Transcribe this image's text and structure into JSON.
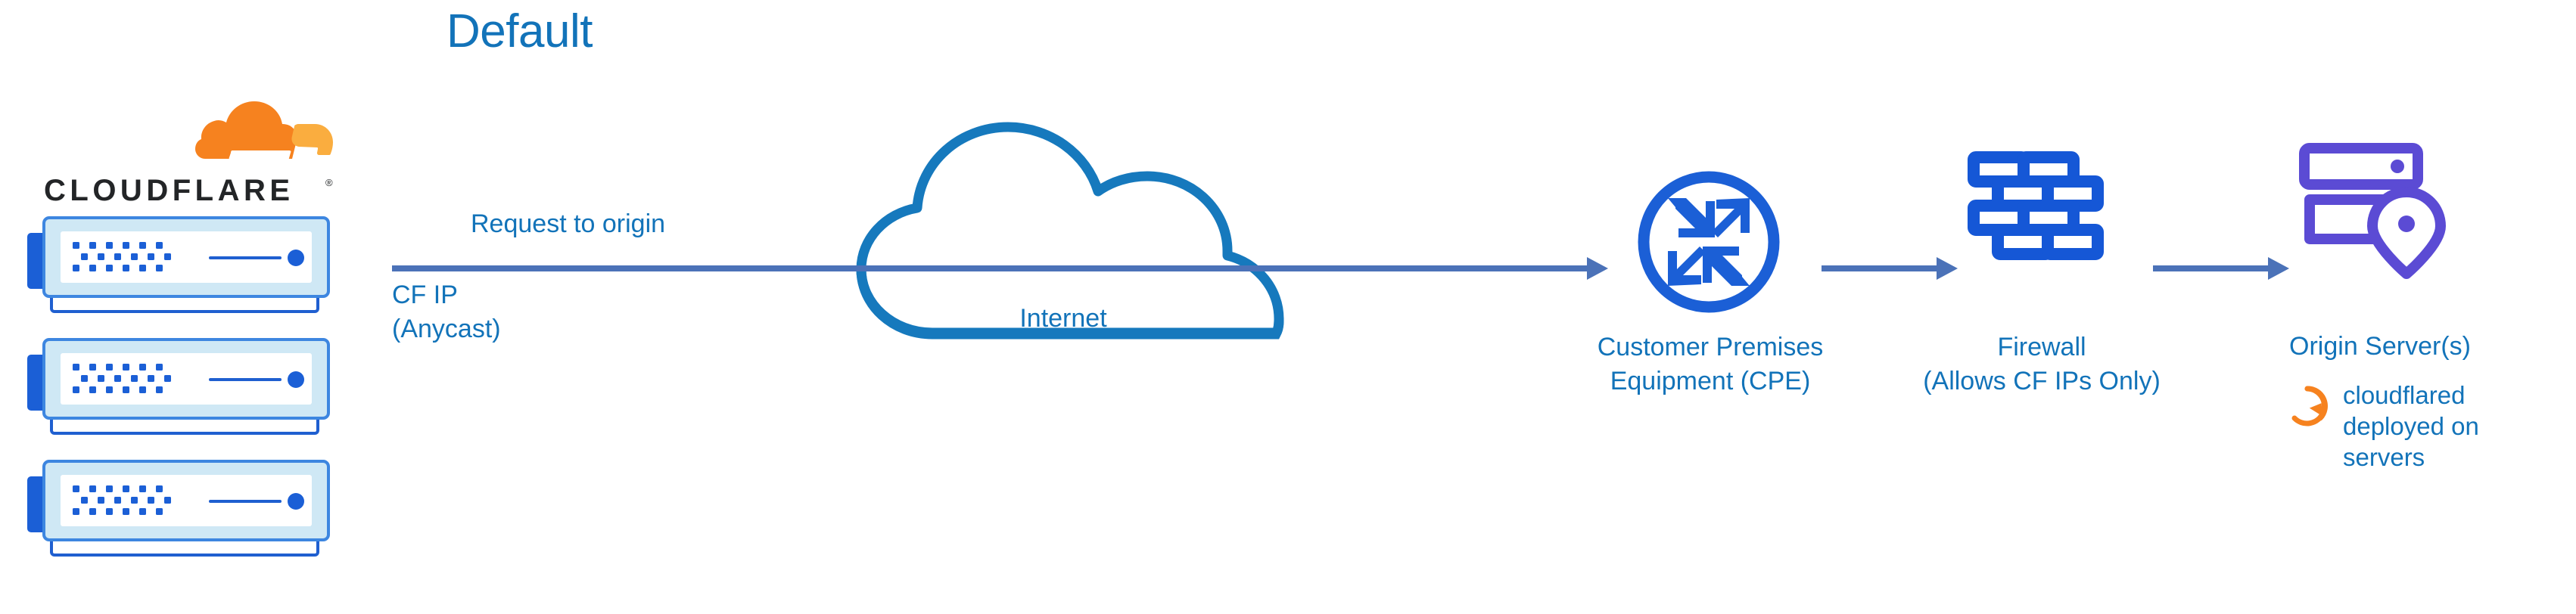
{
  "diagram": {
    "title": "Default",
    "type": "network-flow-diagram",
    "colors": {
      "label_blue": "#1273b9",
      "arrow_blue": "#4b72b8",
      "icon_blue": "#1b5fd6",
      "cloud_outline_blue": "#1679bd",
      "origin_purple": "#5b4bd4",
      "cloudflare_orange": "#f6821f",
      "cloudflare_orange_light": "#faad3f",
      "wordmark_black": "#232527",
      "switch_body_fill": "#cfe8f5"
    }
  },
  "brand": {
    "logo_icon_name": "cloudflare-cloud-logo",
    "wordmark": "CLOUDFLARE",
    "registered_mark": "®"
  },
  "edge_nodes": {
    "name": "cloudflare-edge-switch-stack",
    "count": 3,
    "items": [
      {
        "label": ""
      },
      {
        "label": ""
      },
      {
        "label": ""
      }
    ]
  },
  "labels": {
    "request_to_origin": "Request to origin",
    "cf_ip_line1": "CF IP",
    "cf_ip_line2": "(Anycast)",
    "internet": "Internet",
    "cpe_line1": "Customer Premises",
    "cpe_line2": "Equipment (CPE)",
    "firewall_line1": "Firewall",
    "firewall_line2": "(Allows CF IPs Only)",
    "origin_server": "Origin Server(s)",
    "cloudflared_note": "cloudflared deployed on servers"
  },
  "icons": {
    "internet": "cloud-outline-icon",
    "cpe": "router-four-arrows-icon",
    "firewall": "brick-wall-icon",
    "origin": "server-rack-with-location-pin-icon",
    "cloudflared": "orange-circular-arrow-icon"
  },
  "flow": {
    "steps": [
      "Cloudflare edge (CF IP / Anycast)",
      "Internet",
      "Customer Premises Equipment (CPE)",
      "Firewall (Allows CF IPs Only)",
      "Origin Server(s)"
    ],
    "arrows": [
      {
        "name": "edge-to-cpe",
        "label": "Request to origin"
      },
      {
        "name": "cpe-to-firewall",
        "label": ""
      },
      {
        "name": "firewall-to-origin",
        "label": ""
      }
    ]
  }
}
